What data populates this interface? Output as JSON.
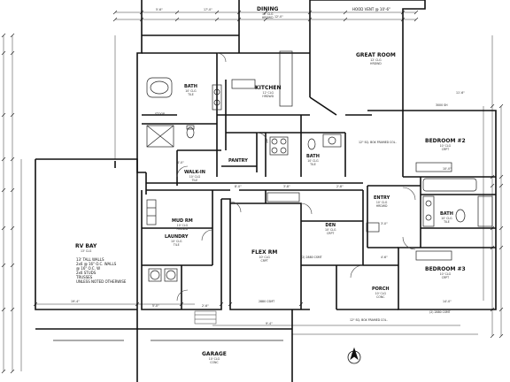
{
  "rooms": {
    "dining": {
      "name": "DINING",
      "ceiling": "12' CLG",
      "floor": "HRDWD"
    },
    "great_room": {
      "name": "GREAT ROOM",
      "ceiling": "12' CLG",
      "floor": "HRDWD"
    },
    "kitchen": {
      "name": "KITCHEN",
      "ceiling": "12' CLG",
      "floor": "HRDWD"
    },
    "bath1": {
      "name": "BATH",
      "ceiling": "10' CLG",
      "floor": "TILE"
    },
    "bath2": {
      "name": "BATH",
      "ceiling": "10' CLG",
      "floor": "TILE"
    },
    "bath3": {
      "name": "BATH",
      "ceiling": "10' CLG",
      "floor": "TILE"
    },
    "pantry": {
      "name": "PANTRY"
    },
    "walkin": {
      "name": "WALK-IN",
      "ceiling": "10' CLG",
      "floor": "TILE"
    },
    "bedroom2": {
      "name": "BEDROOM #2",
      "ceiling": "10' CLG",
      "floor": "CRPT"
    },
    "bedroom3": {
      "name": "BEDROOM #3",
      "ceiling": "10' CLG",
      "floor": "CRPT"
    },
    "mudrm": {
      "name": "MUD RM",
      "ceiling": "10' CLG",
      "floor": "HRDWD"
    },
    "laundry": {
      "name": "LAUNDRY",
      "ceiling": "10' CLG",
      "floor": "TILE"
    },
    "flexrm": {
      "name": "FLEX RM",
      "ceiling": "10' CLG",
      "floor": "CRPT"
    },
    "den": {
      "name": "DEN",
      "ceiling": "10' CLG",
      "floor": "CRPT"
    },
    "entry": {
      "name": "ENTRY",
      "ceiling": "10' CLG",
      "floor": "HRDWD"
    },
    "porch": {
      "name": "PORCH",
      "ceiling": "10' CLG",
      "floor": "CONC"
    },
    "rv_bay": {
      "name": "RV BAY",
      "ceiling": "13' CLG"
    },
    "garage": {
      "name": "GARAGE",
      "ceiling": "10' CLG",
      "floor": "CONC"
    }
  },
  "notes": {
    "hood": "HOOD VENT @ 10'-6\"",
    "rv_notes": [
      "13' TALL WALLS",
      "2x6 @ 16\" O.C. WALLS",
      "@ 16\" O.C. W",
      "2x6 STUDS",
      "TRUSSES",
      "UNLESS NOTED OTHERWISE"
    ],
    "bath_3000": "3000 SH",
    "stoop": "STOOP",
    "stone_col": "12\" SQ. BOX FRAMED COL.",
    "porch_col": "12\" SQ. BOX FRAMED COL.",
    "cmnt_a": "(2) 2880 CSMT",
    "cmnt_b": "(2) 2880 CSMT",
    "cmnt_c": "2880 CSMT",
    "north": "N"
  },
  "dims": [
    "5'-6\"",
    "17'-0\"",
    "12'-0\"",
    "4'-0\"",
    "8'-0\"",
    "3'-8\"",
    "2'-8\"",
    "10'-0\"",
    "14'-0\"",
    "19'-4\"",
    "11'-6\"",
    "9'-4\"",
    "2'-6\"",
    "5'-0\"",
    "3'-0\"",
    "4'-6\""
  ]
}
